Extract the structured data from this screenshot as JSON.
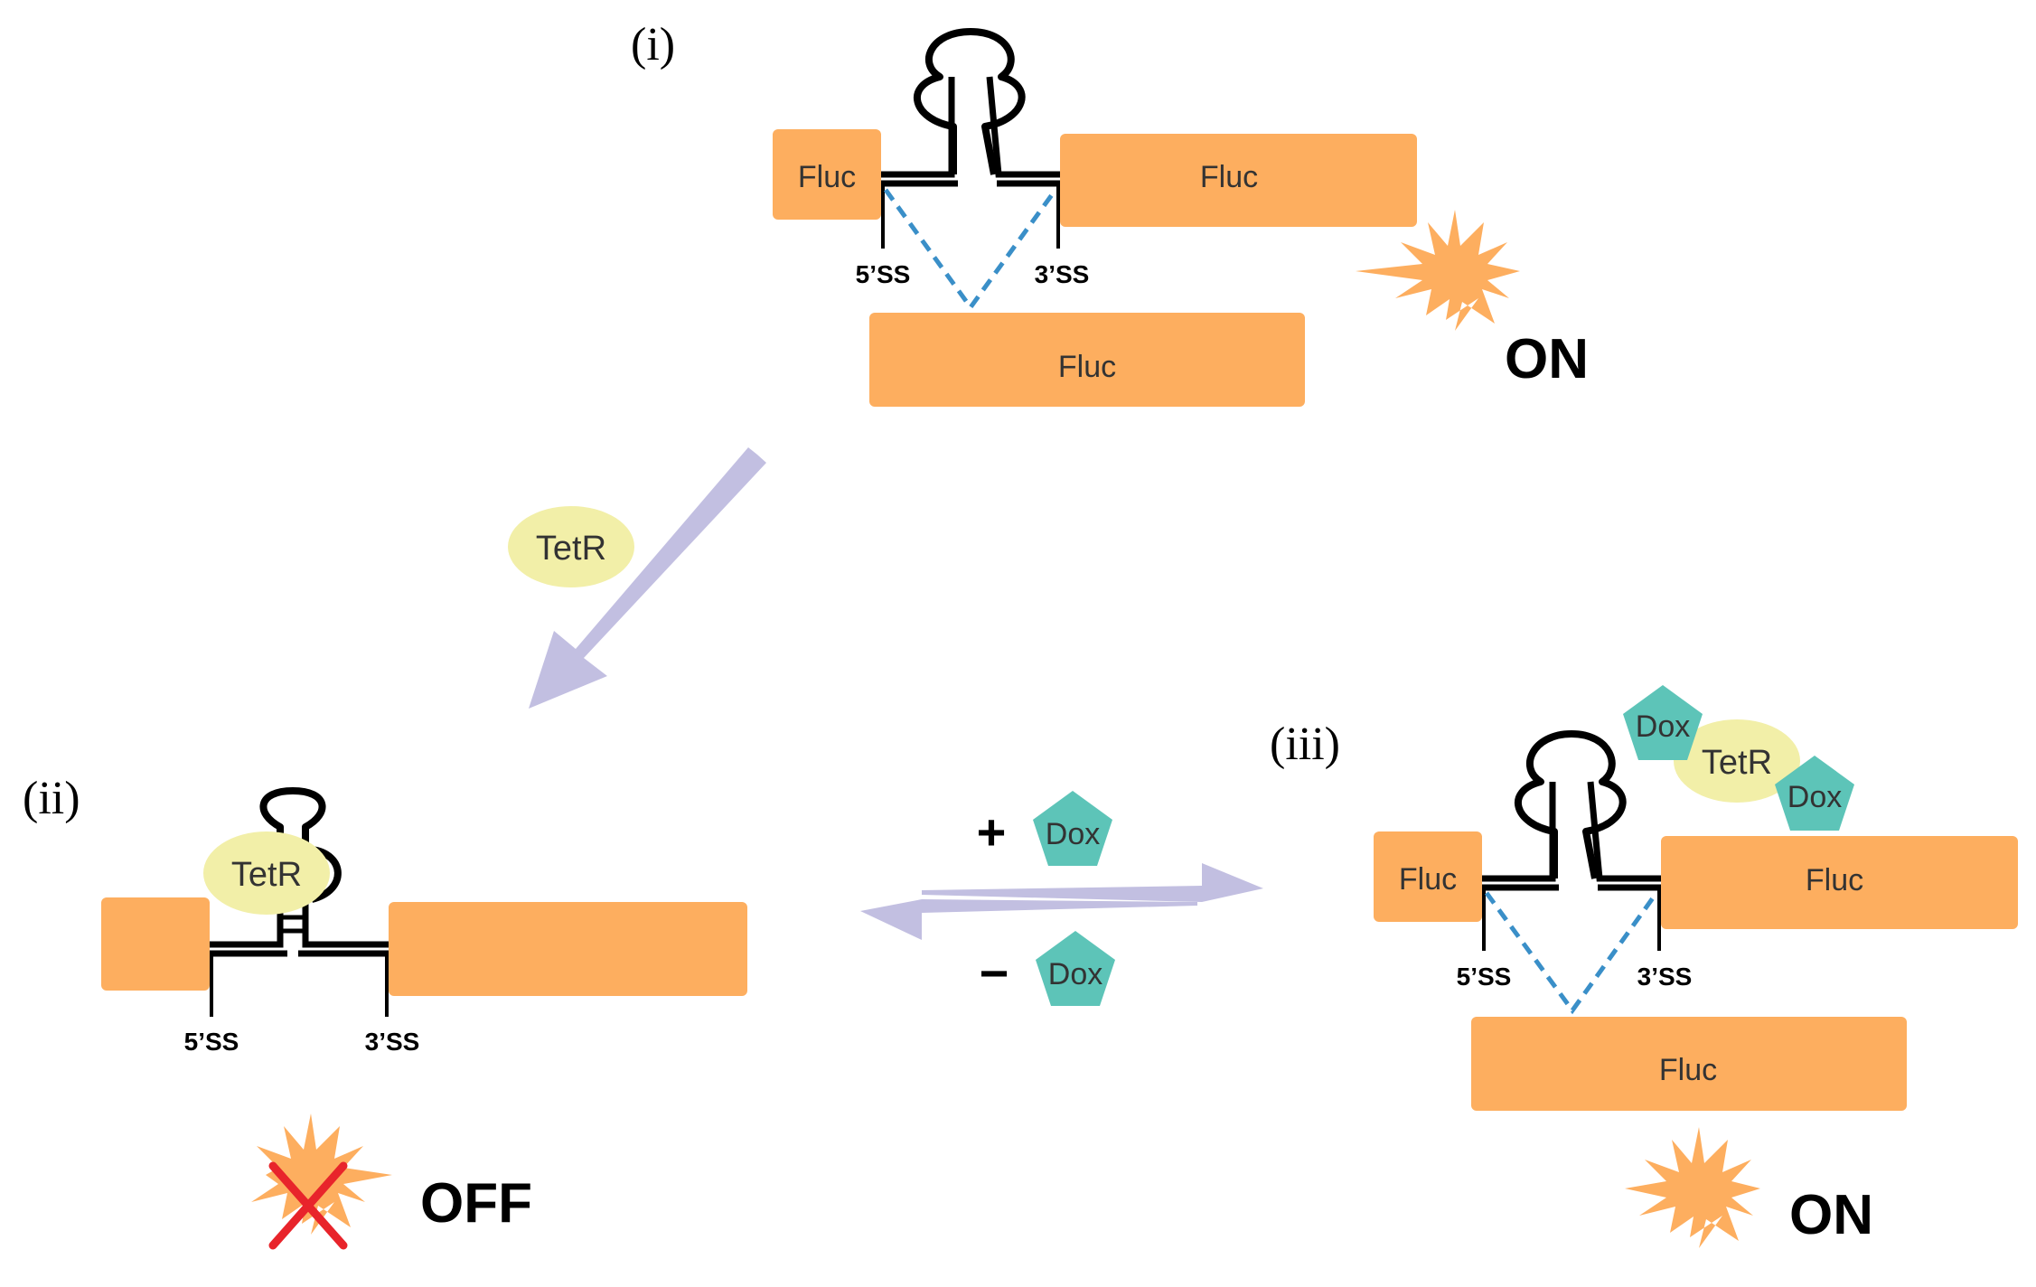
{
  "panels": {
    "i": {
      "label": "(i)",
      "exon_left": "Fluc",
      "exon_right": "Fluc",
      "spliced": "Fluc",
      "ss5": "5’SS",
      "ss3": "3’SS",
      "state": "ON"
    },
    "ii": {
      "label": "(ii)",
      "protein": "TetR",
      "ss5": "5’SS",
      "ss3": "3’SS",
      "state": "OFF"
    },
    "iii": {
      "label": "(iii)",
      "exon_left": "Fluc",
      "exon_right": "Fluc",
      "spliced": "Fluc",
      "ss5": "5’SS",
      "ss3": "3’SS",
      "protein": "TetR",
      "ligand_a": "Dox",
      "ligand_b": "Dox",
      "state": "ON"
    }
  },
  "transition": {
    "tetr": "TetR",
    "plus_sign": "+",
    "plus_ligand": "Dox",
    "minus_sign": "−",
    "minus_ligand": "Dox"
  },
  "colors": {
    "exon": "#FDAE5F",
    "tetr": "#F2EFA8",
    "dox": "#5DC4B8",
    "arrow": "#C2BFE1",
    "dashed": "#3A8FC8",
    "cross": "#E8242B",
    "stroke": "#000000"
  }
}
